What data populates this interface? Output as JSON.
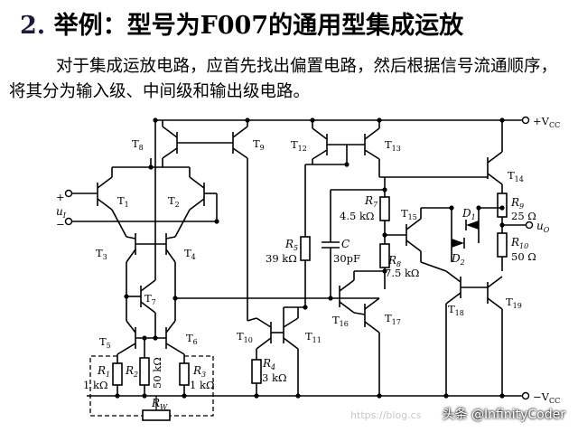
{
  "heading": {
    "number": "2.",
    "title": "举例：",
    "subtitle": "型号为F007的通用型集成运放"
  },
  "intro_text": "对于集成运放电路，应首先找出偏置电路，然后根据信号流通顺序，将其分为输入级、中间级和输出级电路。",
  "circuit": {
    "supply_pos": "+V",
    "supply_pos_sub": "CC",
    "supply_neg": "−V",
    "supply_neg_sub": "CC",
    "input_plus": "+",
    "input_minus": "−",
    "input_u": "u",
    "input_u_sub": "I",
    "output_u": "u",
    "output_u_sub": "O",
    "transistors": [
      "T",
      "T",
      "T",
      "T",
      "T",
      "T",
      "T",
      "T",
      "T",
      "T",
      "T",
      "T",
      "T",
      "T",
      "T",
      "T",
      "T",
      "T",
      "T"
    ],
    "transistor_subs": [
      "1",
      "2",
      "3",
      "4",
      "5",
      "6",
      "7",
      "8",
      "9",
      "10",
      "11",
      "12",
      "13",
      "14",
      "15",
      "16",
      "17",
      "18",
      "19"
    ],
    "resistors": [
      {
        "name": "R",
        "sub": "1",
        "value": "1 kΩ"
      },
      {
        "name": "R",
        "sub": "2",
        "value": "50 kΩ"
      },
      {
        "name": "R",
        "sub": "3",
        "value": "1 kΩ"
      },
      {
        "name": "R",
        "sub": "4",
        "value": "3 kΩ"
      },
      {
        "name": "R",
        "sub": "5",
        "value": "39 kΩ"
      },
      {
        "name": "R",
        "sub": "7",
        "value": "4.5 kΩ"
      },
      {
        "name": "R",
        "sub": "8",
        "value": "7.5 kΩ"
      },
      {
        "name": "R",
        "sub": "9",
        "value": "25 Ω"
      },
      {
        "name": "R",
        "sub": "10",
        "value": "50 Ω"
      },
      {
        "name": "R",
        "sub": "W",
        "value": ""
      }
    ],
    "capacitor": {
      "name": "C",
      "value": "30pF"
    },
    "diodes": [
      {
        "name": "D",
        "sub": "1"
      },
      {
        "name": "D",
        "sub": "2"
      }
    ]
  },
  "watermarks": {
    "url": "https://blog.cs",
    "author": "头条 @InfinityCoder"
  }
}
